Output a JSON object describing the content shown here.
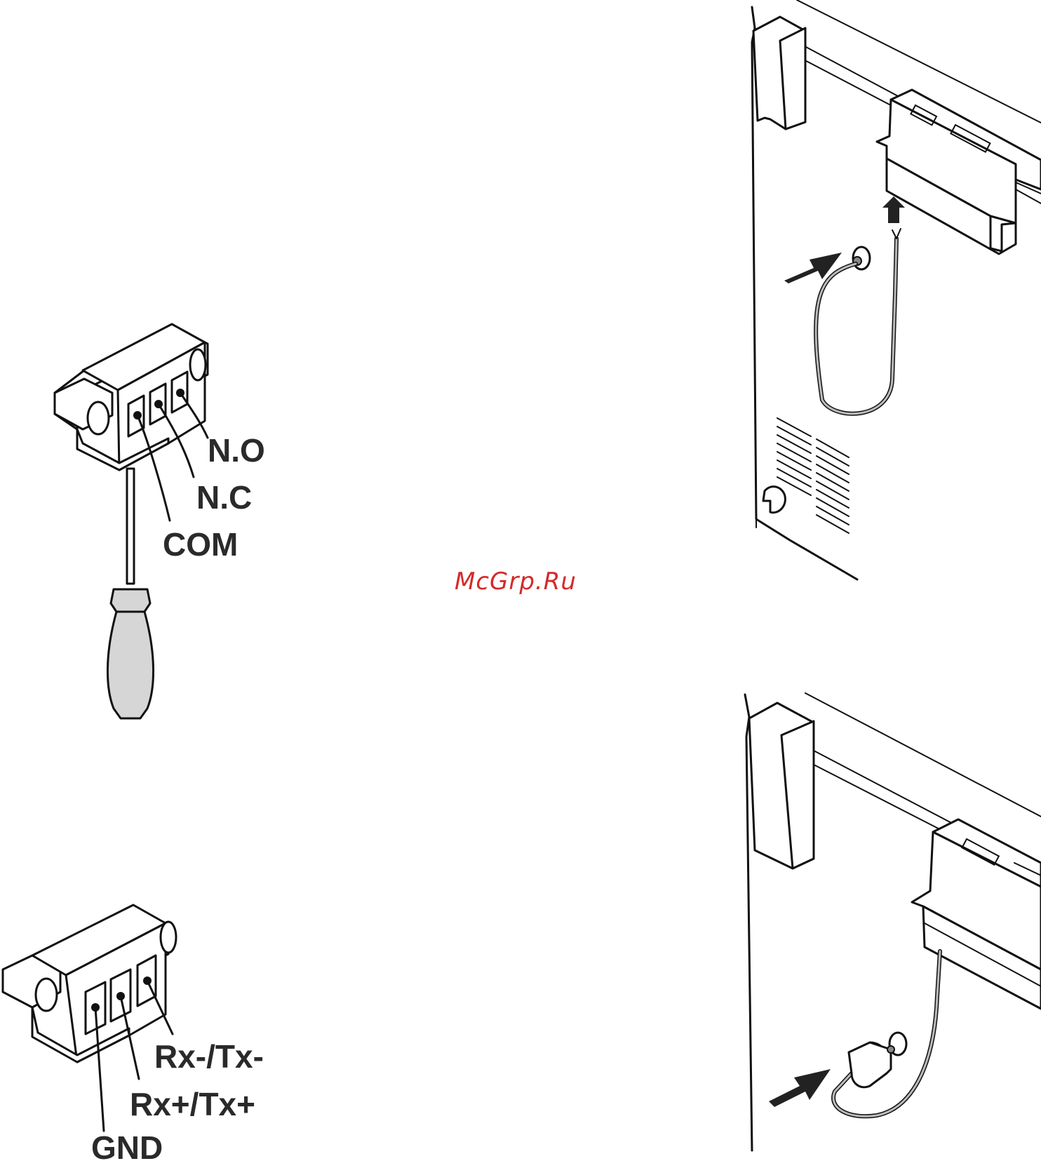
{
  "relay_connector": {
    "labels": {
      "no": "N.O",
      "nc": "N.C",
      "com": "COM"
    }
  },
  "serial_connector": {
    "labels": {
      "rx_minus": "Rx-/Tx-",
      "rx_plus": "Rx+/Tx+",
      "gnd": "GND"
    }
  },
  "watermark": "McGrp.Ru"
}
